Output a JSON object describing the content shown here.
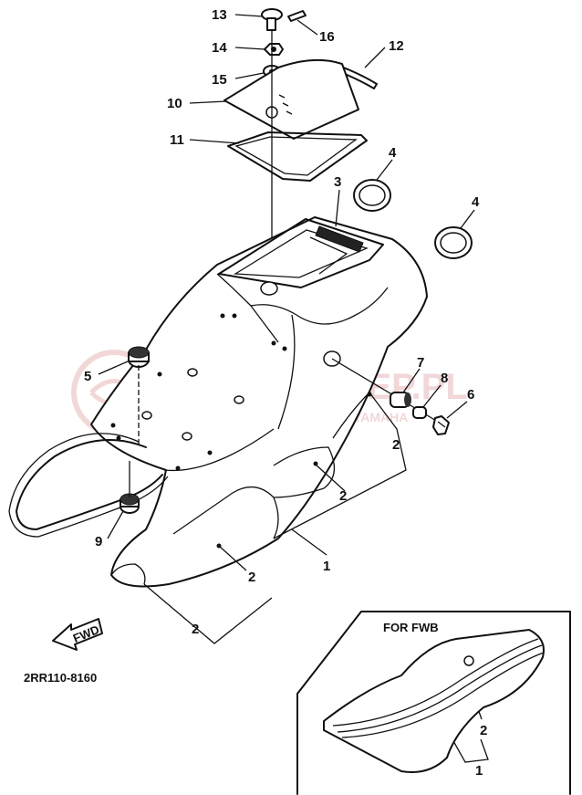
{
  "watermark": {
    "main": "YAMA-SKLEP.PL",
    "sub": "WOJCIECHOWICZ DEALER YAMAHA",
    "color": "#e7b7b7"
  },
  "labels": {
    "p1a": "1",
    "p1b": "1",
    "p2a": "2",
    "p2b": "2",
    "p2c": "2",
    "p2d": "2",
    "p2e": "2",
    "p3": "3",
    "p4a": "4",
    "p4b": "4",
    "p5": "5",
    "p6": "6",
    "p7": "7",
    "p8": "8",
    "p9": "9",
    "p10": "10",
    "p11": "11",
    "p12": "12",
    "p13": "13",
    "p14": "14",
    "p15": "15",
    "p16": "16"
  },
  "fwd_label": "FWD",
  "part_code": "2RR110-8160",
  "inset": {
    "title": "FOR FWB"
  }
}
